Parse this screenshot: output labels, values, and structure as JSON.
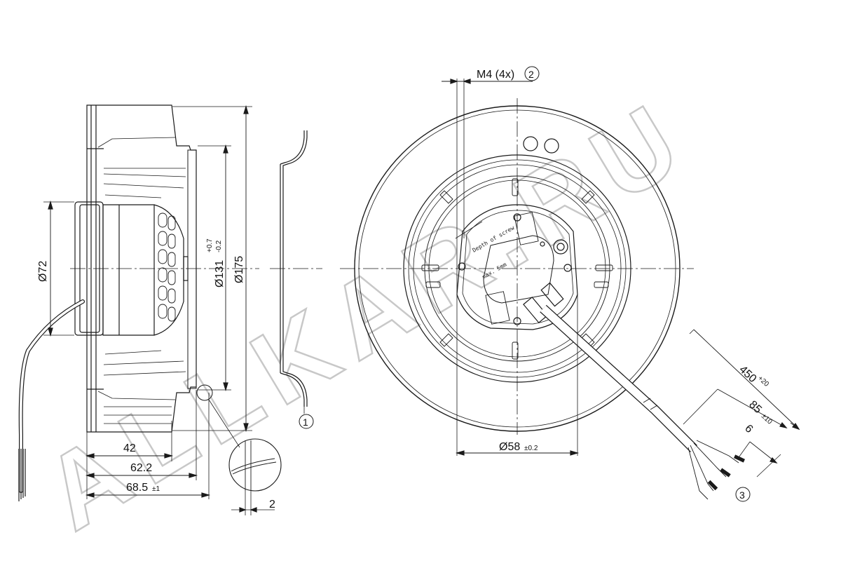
{
  "watermark": {
    "text": "ALLKAR.RU",
    "color": "#c8c8c8"
  },
  "colors": {
    "line": "#1a1a1a",
    "text": "#111111"
  },
  "side_view": {
    "dim_72": "Ø72",
    "dim_131": "Ø131",
    "dim_131_tol_upper": "+0.7",
    "dim_131_tol_lower": "-0.2",
    "dim_175": "Ø175",
    "dim_42": "42",
    "dim_62": "62.2",
    "dim_68": "68.5",
    "dim_68_tol": "±1",
    "detail_dim": "2"
  },
  "front_view": {
    "thread_label": "M4 (4x)",
    "thread_callout": "2",
    "dim_58": "Ø58",
    "dim_58_tol": "±0.2",
    "cable_length": "450",
    "cable_length_tol": "+20",
    "strip_length": "85",
    "strip_length_tol": "±10",
    "strip_end": "6",
    "cable_callout": "3",
    "hub_label_1": "Depth of screw",
    "hub_label_2": "max. 5mm"
  },
  "ring_view": {
    "callout": "1"
  }
}
